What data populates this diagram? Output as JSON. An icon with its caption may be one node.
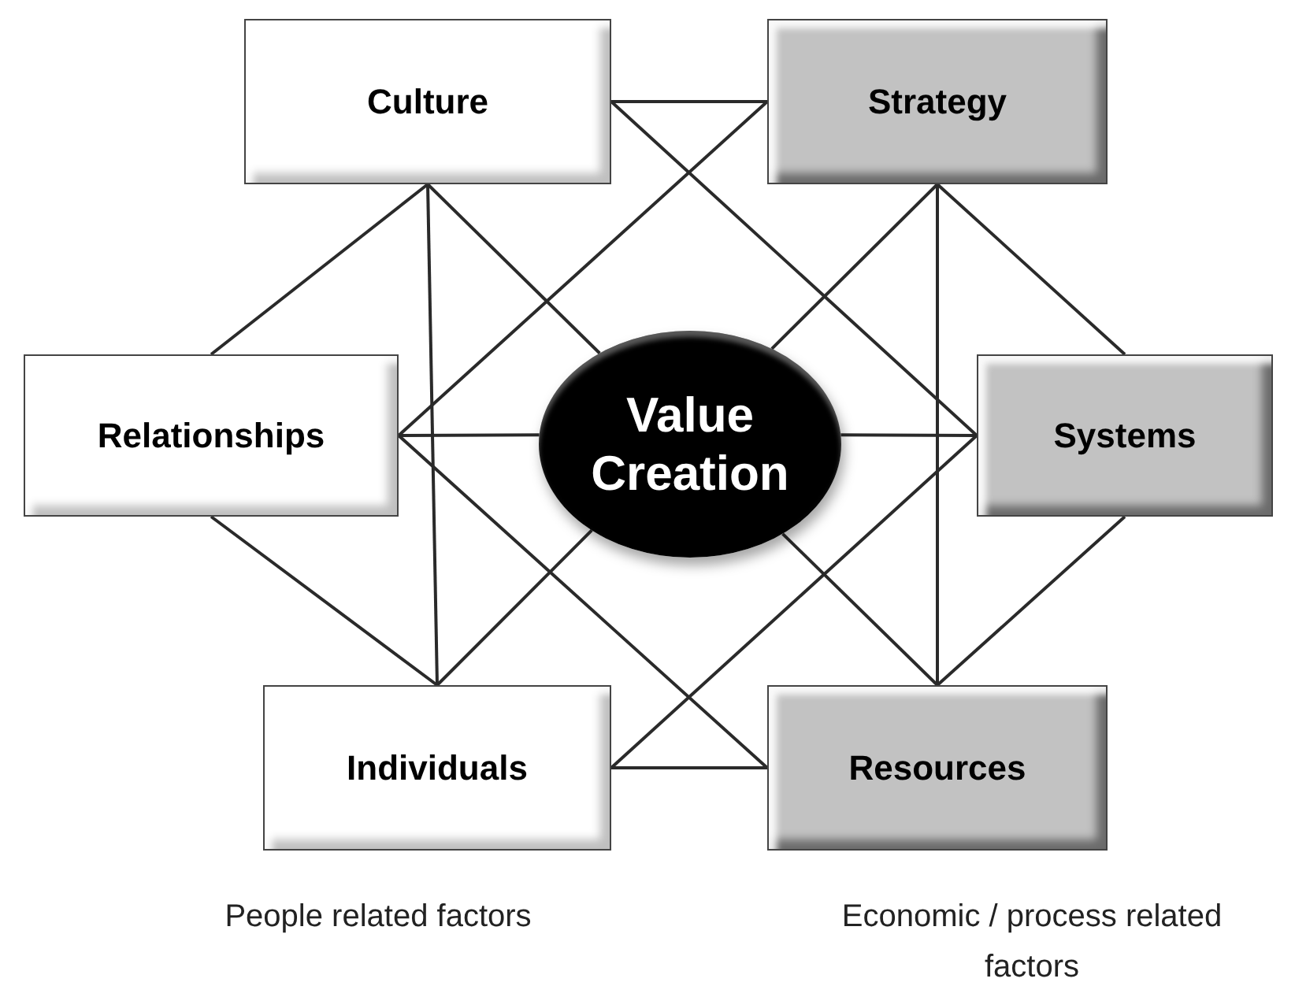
{
  "diagram": {
    "nodes": [
      {
        "text": [
          "Culture"
        ]
      },
      {
        "text": [
          "Strategy"
        ]
      },
      {
        "text": [
          "Relationships"
        ]
      },
      {
        "text": [
          "Value Creation"
        ]
      },
      {
        "text": [
          "Systems"
        ]
      },
      {
        "text": [
          "Individuals"
        ]
      },
      {
        "text": [
          "Resources"
        ]
      }
    ],
    "edges": [
      {
        "from": 0,
        "to": 1,
        "arrow": "none"
      },
      {
        "from": 0,
        "to": 2,
        "arrow": "none"
      },
      {
        "from": 0,
        "to": 5,
        "arrow": "none"
      },
      {
        "from": 0,
        "to": 3,
        "arrow": "none"
      },
      {
        "from": 0,
        "to": 4,
        "arrow": "none"
      },
      {
        "from": 1,
        "to": 2,
        "arrow": "none"
      },
      {
        "from": 1,
        "to": 3,
        "arrow": "none"
      },
      {
        "from": 1,
        "to": 6,
        "arrow": "none"
      },
      {
        "from": 1,
        "to": 4,
        "arrow": "none"
      },
      {
        "from": 2,
        "to": 3,
        "arrow": "none"
      },
      {
        "from": 2,
        "to": 5,
        "arrow": "none"
      },
      {
        "from": 2,
        "to": 6,
        "arrow": "none"
      },
      {
        "from": 3,
        "to": 4,
        "arrow": "none"
      },
      {
        "from": 5,
        "to": 4,
        "arrow": "none"
      },
      {
        "from": 5,
        "to": 6,
        "arrow": "none"
      },
      {
        "from": 3,
        "to": 5,
        "arrow": "none"
      },
      {
        "from": 3,
        "to": 6,
        "arrow": "none"
      },
      {
        "from": 4,
        "to": 6,
        "arrow": "none"
      }
    ],
    "labels": [
      "People related factors",
      "Economic / process related factors"
    ]
  }
}
